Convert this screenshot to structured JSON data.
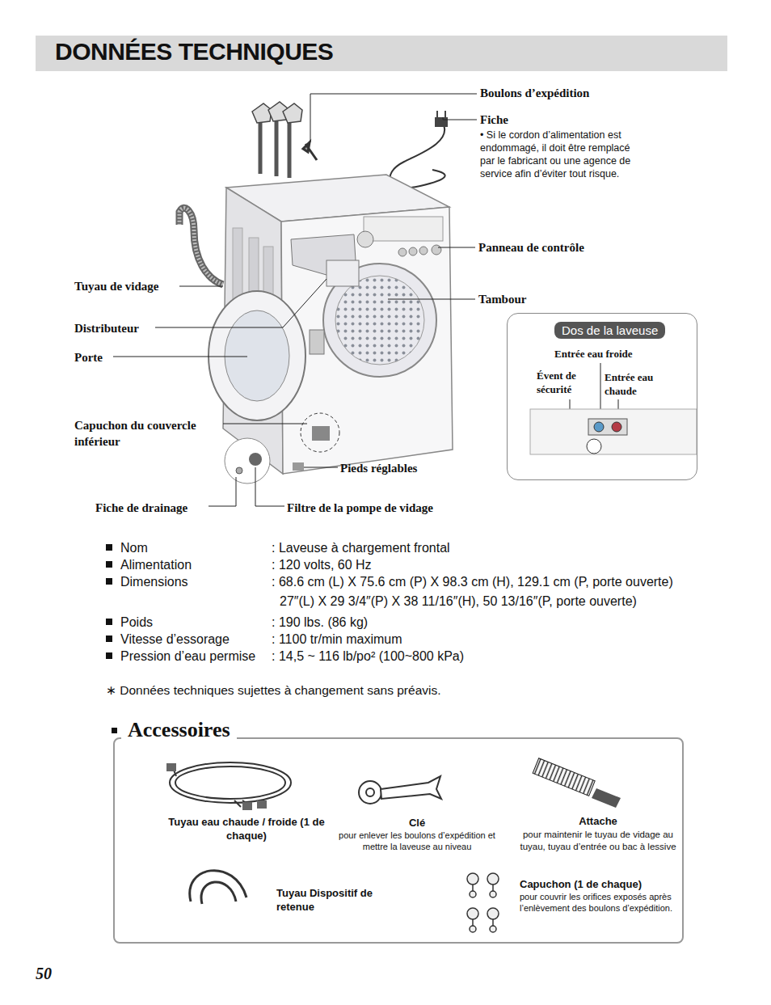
{
  "diagram": {
    "title": "DONNÉES TECHNIQUES",
    "nodes": [
      {
        "text": [
          "Dos de la laveuse",
          "Entrée eau froide",
          "Évent de sécurité",
          "Entrée eau chaude"
        ]
      },
      {
        "text": [
          "Accessoires"
        ]
      }
    ],
    "labels": [
      "Boulons d’expédition",
      "Fiche",
      "• Si le cordon d’alimentation est endommagé, il doit être remplacé par le fabricant ou une agence de service afin d’éviter tout risque.",
      "Panneau de contrôle",
      "Tambour",
      "Tuyau de vidage",
      "Distributeur",
      "Porte",
      "Capuchon du couvercle inférieur",
      "Pieds réglables",
      "Fiche de drainage",
      "Filtre de la pompe de vidage",
      "Nom",
      ": Laveuse à chargement frontal",
      "Alimentation",
      ": 120 volts, 60 Hz",
      "Dimensions",
      ": 68.6 cm (L) X 75.6 cm (P) X 98.3 cm (H), 129.1 cm (P, porte ouverte)",
      "27″(L) X 29 3/4″(P) X 38 11/16″(H), 50 13/16″(P, porte ouverte)",
      "Poids",
      ": 190 lbs. (86 kg)",
      "Vitesse d’essorage",
      ": 1100 tr/min maximum",
      "Pression d’eau permise",
      ": 14,5 ~ 116 lb/po² (100~800 kPa)",
      "∗ Données techniques sujettes à changement sans préavis.",
      "Tuyau eau chaude / froide (1 de chaque)",
      "Clé",
      "pour enlever les boulons d’expédition et mettre la laveuse au niveau",
      "Attache",
      "pour maintenir le tuyau de vidage au tuyau, tuyau d’entrée ou bac à lessive",
      "Tuyau Dispositif de retenue",
      "Capuchon (1 de chaque)",
      "pour couvrir les orifices exposés après l’enlèvement des boulons d’expédition.",
      "50"
    ]
  }
}
